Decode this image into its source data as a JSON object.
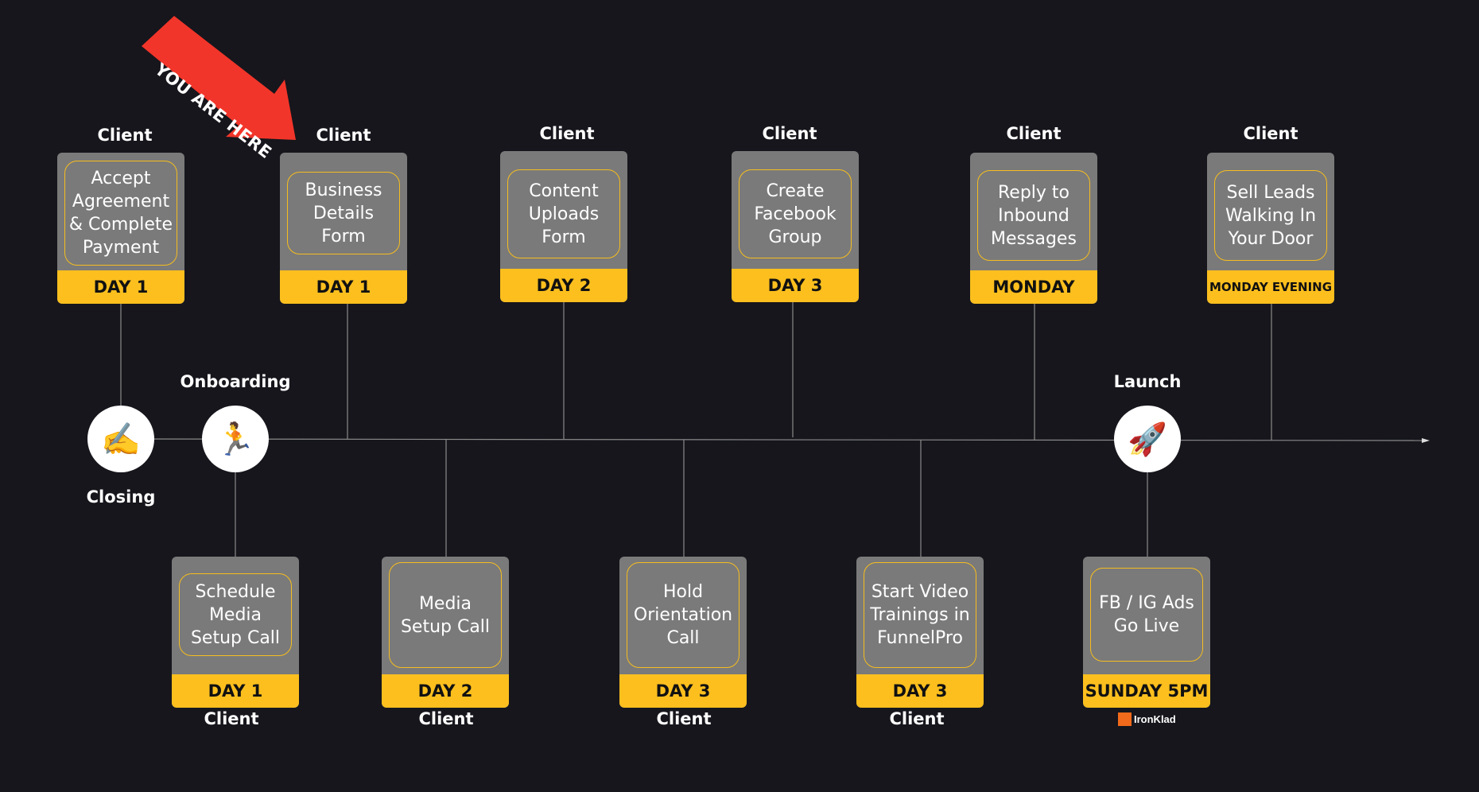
{
  "banner": {
    "text": "YOU ARE HERE"
  },
  "phases": [
    {
      "id": "closing",
      "label": "Closing",
      "icon": "writing-hand-icon",
      "glyph": "✍️"
    },
    {
      "id": "onboarding",
      "label": "Onboarding",
      "icon": "running-person-icon",
      "glyph": "🏃"
    },
    {
      "id": "launch",
      "label": "Launch",
      "icon": "rocket-icon",
      "glyph": "🚀"
    }
  ],
  "top_steps": [
    {
      "role": "Client",
      "task": "Accept Agreement & Complete Payment",
      "when": "DAY 1"
    },
    {
      "role": "Client",
      "task": "Business Details Form",
      "when": "DAY 1"
    },
    {
      "role": "Client",
      "task": "Content Uploads Form",
      "when": "DAY 2"
    },
    {
      "role": "Client",
      "task": "Create Facebook Group",
      "when": "DAY 3"
    },
    {
      "role": "Client",
      "task": "Reply to Inbound Messages",
      "when": "MONDAY"
    },
    {
      "role": "Client",
      "task": "Sell Leads Walking In Your Door",
      "when": "MONDAY EVENING"
    }
  ],
  "bottom_steps": [
    {
      "role": "Client",
      "task": "Schedule Media Setup Call",
      "when": "DAY 1"
    },
    {
      "role": "Client",
      "task": "Media Setup Call",
      "when": "DAY 2"
    },
    {
      "role": "Client",
      "task": "Hold Orientation Call",
      "when": "DAY 3"
    },
    {
      "role": "Client",
      "task": "Start Video Trainings in FunnelPro",
      "when": "DAY 3"
    },
    {
      "role": "",
      "task": "FB / IG Ads Go Live",
      "when": "SUNDAY 5PM"
    }
  ],
  "logo": {
    "text": "IronKlad"
  },
  "colors": {
    "background": "#16161c",
    "card": "#7a7a7a",
    "accent": "#fcbf1e",
    "banner": "#f2352a",
    "line": "#8a8a8a",
    "logo": "#f26a1b"
  }
}
